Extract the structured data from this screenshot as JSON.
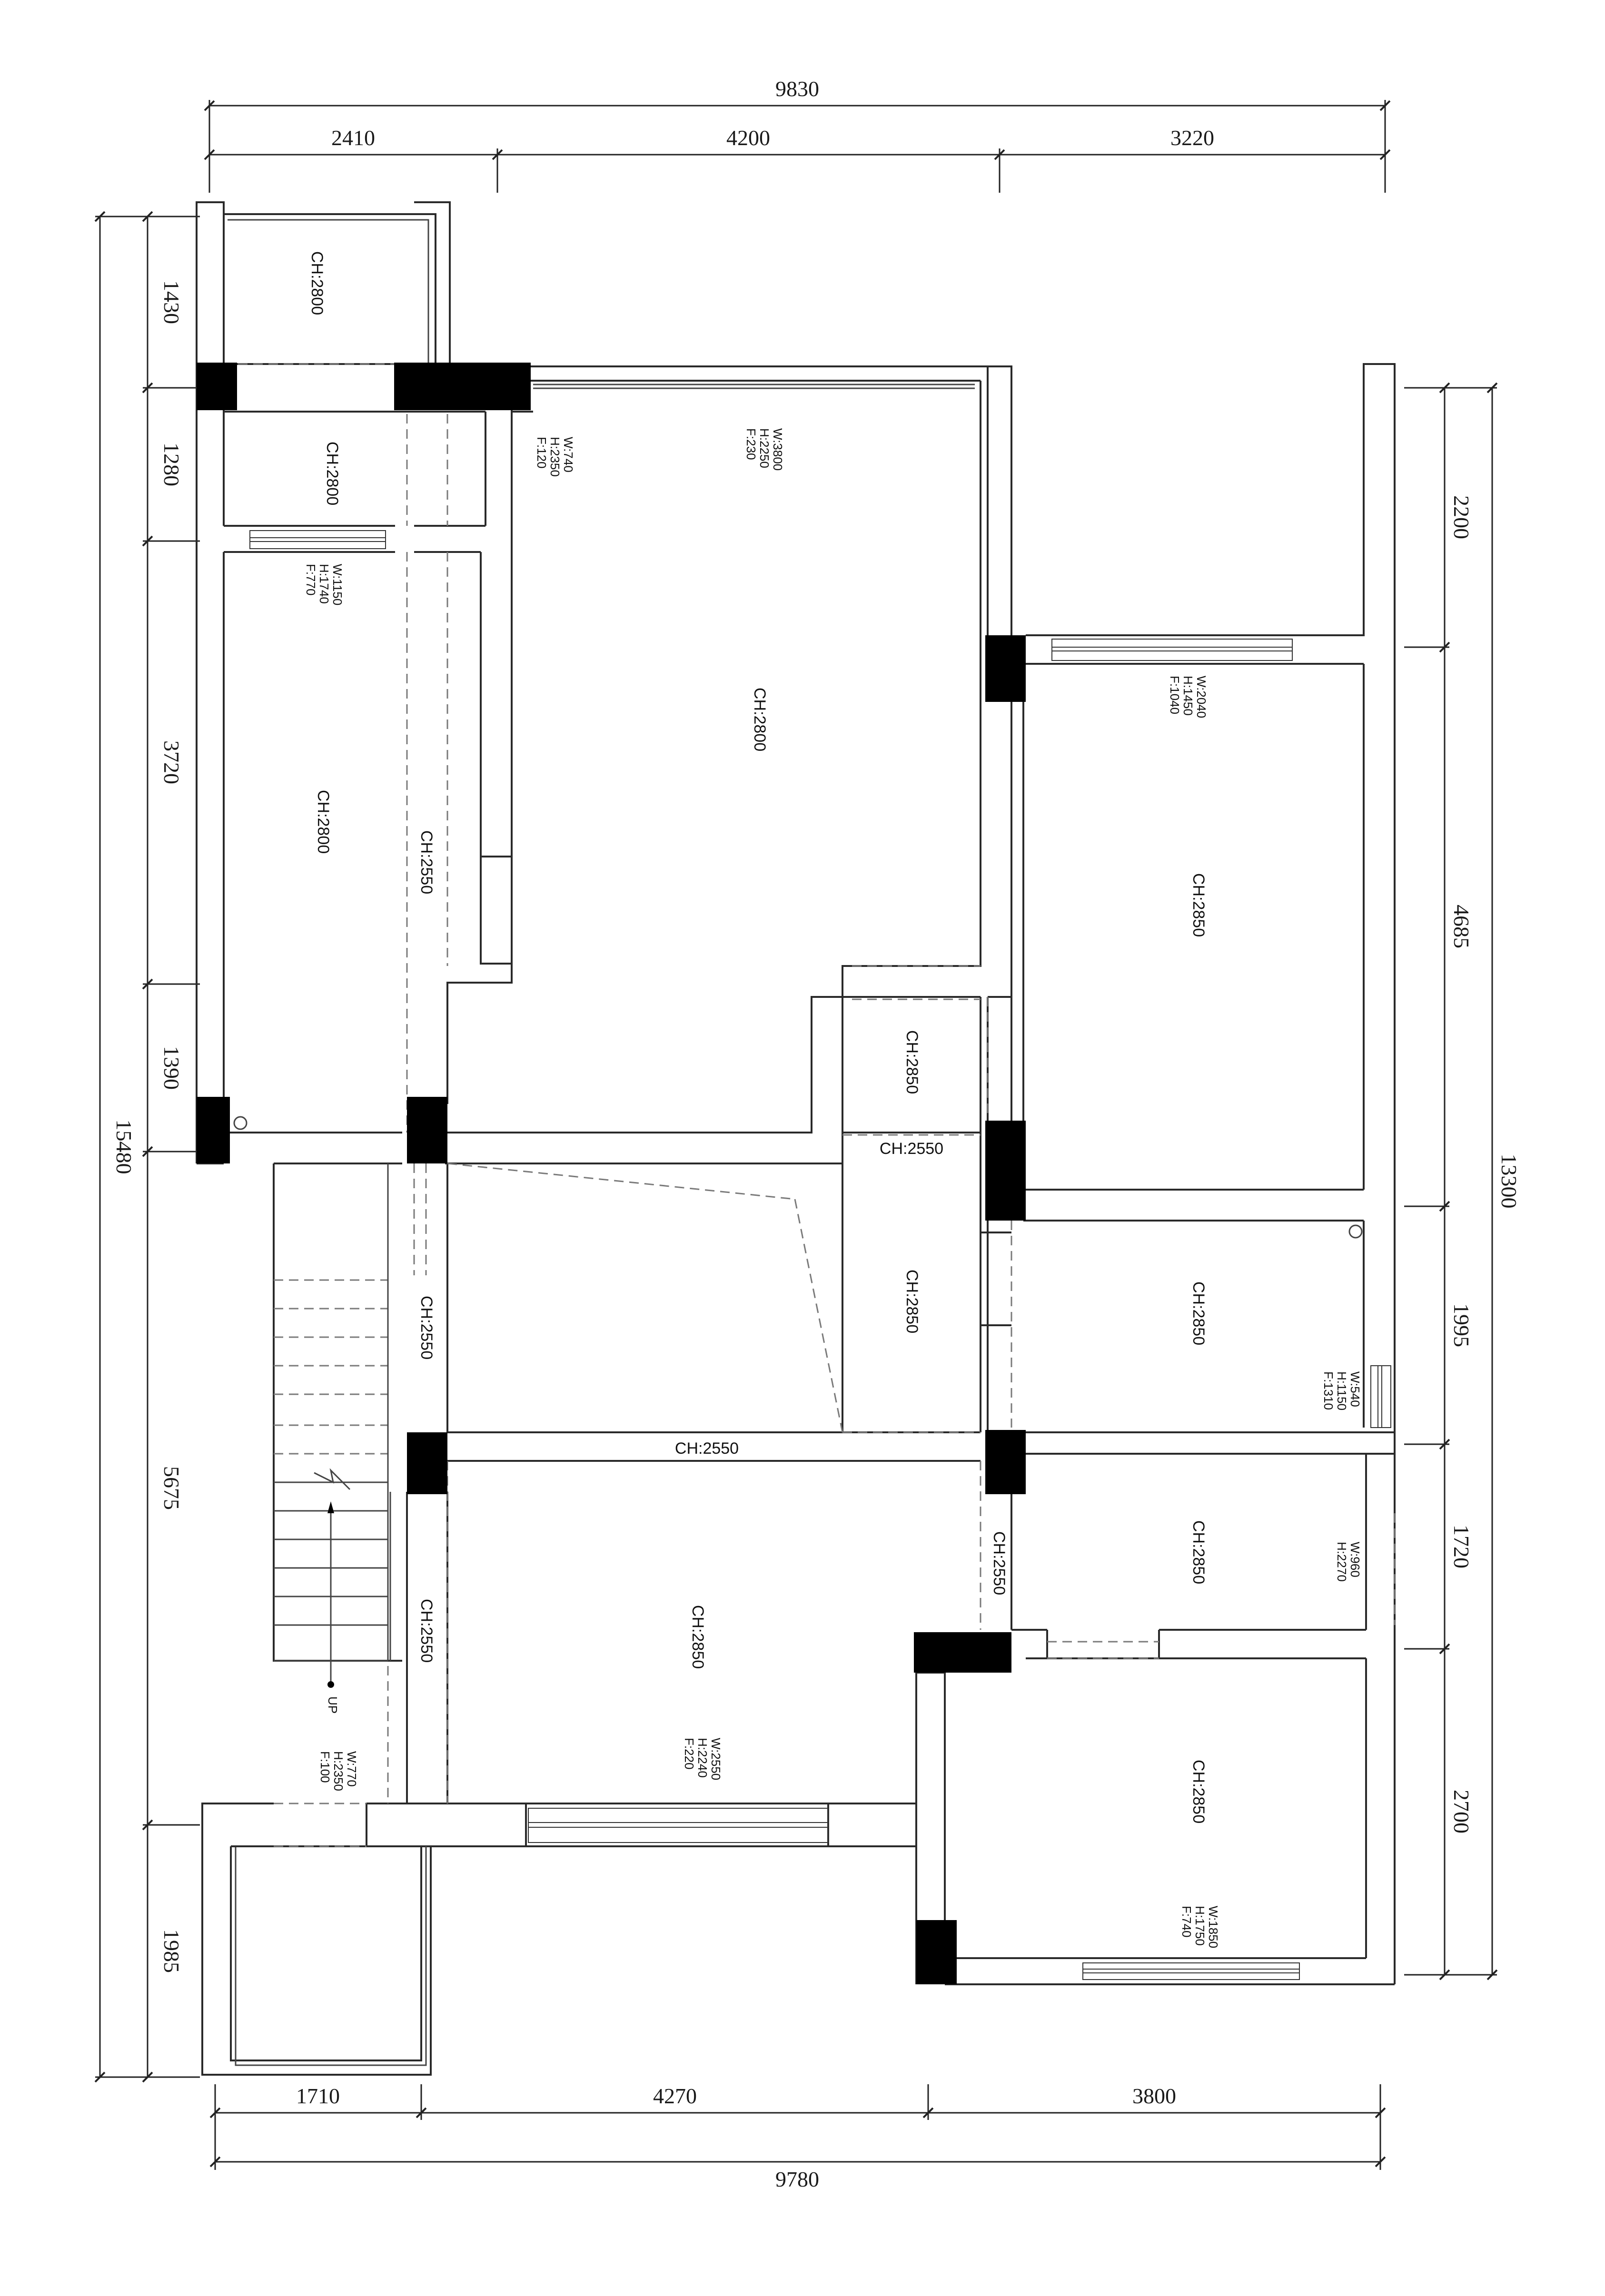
{
  "dimensions": {
    "top_total": "9830",
    "top_segments": [
      "2410",
      "4200",
      "3220"
    ],
    "bottom_segments": [
      "1710",
      "4270",
      "3800"
    ],
    "bottom_total": "9780",
    "left_segments": [
      "1430",
      "1280",
      "3720",
      "1390",
      "5675",
      "1985"
    ],
    "left_total": "15480",
    "right_segments": [
      "2200",
      "4685",
      "1995",
      "1720",
      "2700"
    ],
    "right_total": "13300"
  },
  "rooms": {
    "ch_2800_a": "CH:2800",
    "ch_2800_b": "CH:2800",
    "ch_2800_c": "CH:2800",
    "ch_2800_d": "CH:2800",
    "ch_2550_a": "CH:2550",
    "ch_2550_b": "CH:2550",
    "ch_2550_c": "CH:2550",
    "ch_2550_d": "CH:2550",
    "ch_2550_e": "CH:2550",
    "ch_2550_f": "CH:2550",
    "ch_2850_a": "CH:2850",
    "ch_2850_b": "CH:2850",
    "ch_2850_c": "CH:2850",
    "ch_2850_d": "CH:2850",
    "ch_2850_e": "CH:2850",
    "ch_2850_f": "CH:2850",
    "ch_2850_g": "CH:2850"
  },
  "windows": {
    "w1": [
      "W:740",
      "H:2350",
      "F:120"
    ],
    "w2": [
      "W:3800",
      "H:2250",
      "F:230"
    ],
    "w3": [
      "W:1150",
      "H:1740",
      "F:770"
    ],
    "w4": [
      "W:2040",
      "H:1450",
      "F:1040"
    ],
    "w5": [
      "W:540",
      "H:1150",
      "F:1310"
    ],
    "w6": [
      "W:960",
      "H:2270"
    ],
    "w7": [
      "W:770",
      "H:2350",
      "F:100"
    ],
    "w8": [
      "W:2550",
      "H:2240",
      "F:220"
    ],
    "w9": [
      "W:1850",
      "H:1750",
      "F:740"
    ]
  },
  "stairs": {
    "up_label": "UP"
  }
}
